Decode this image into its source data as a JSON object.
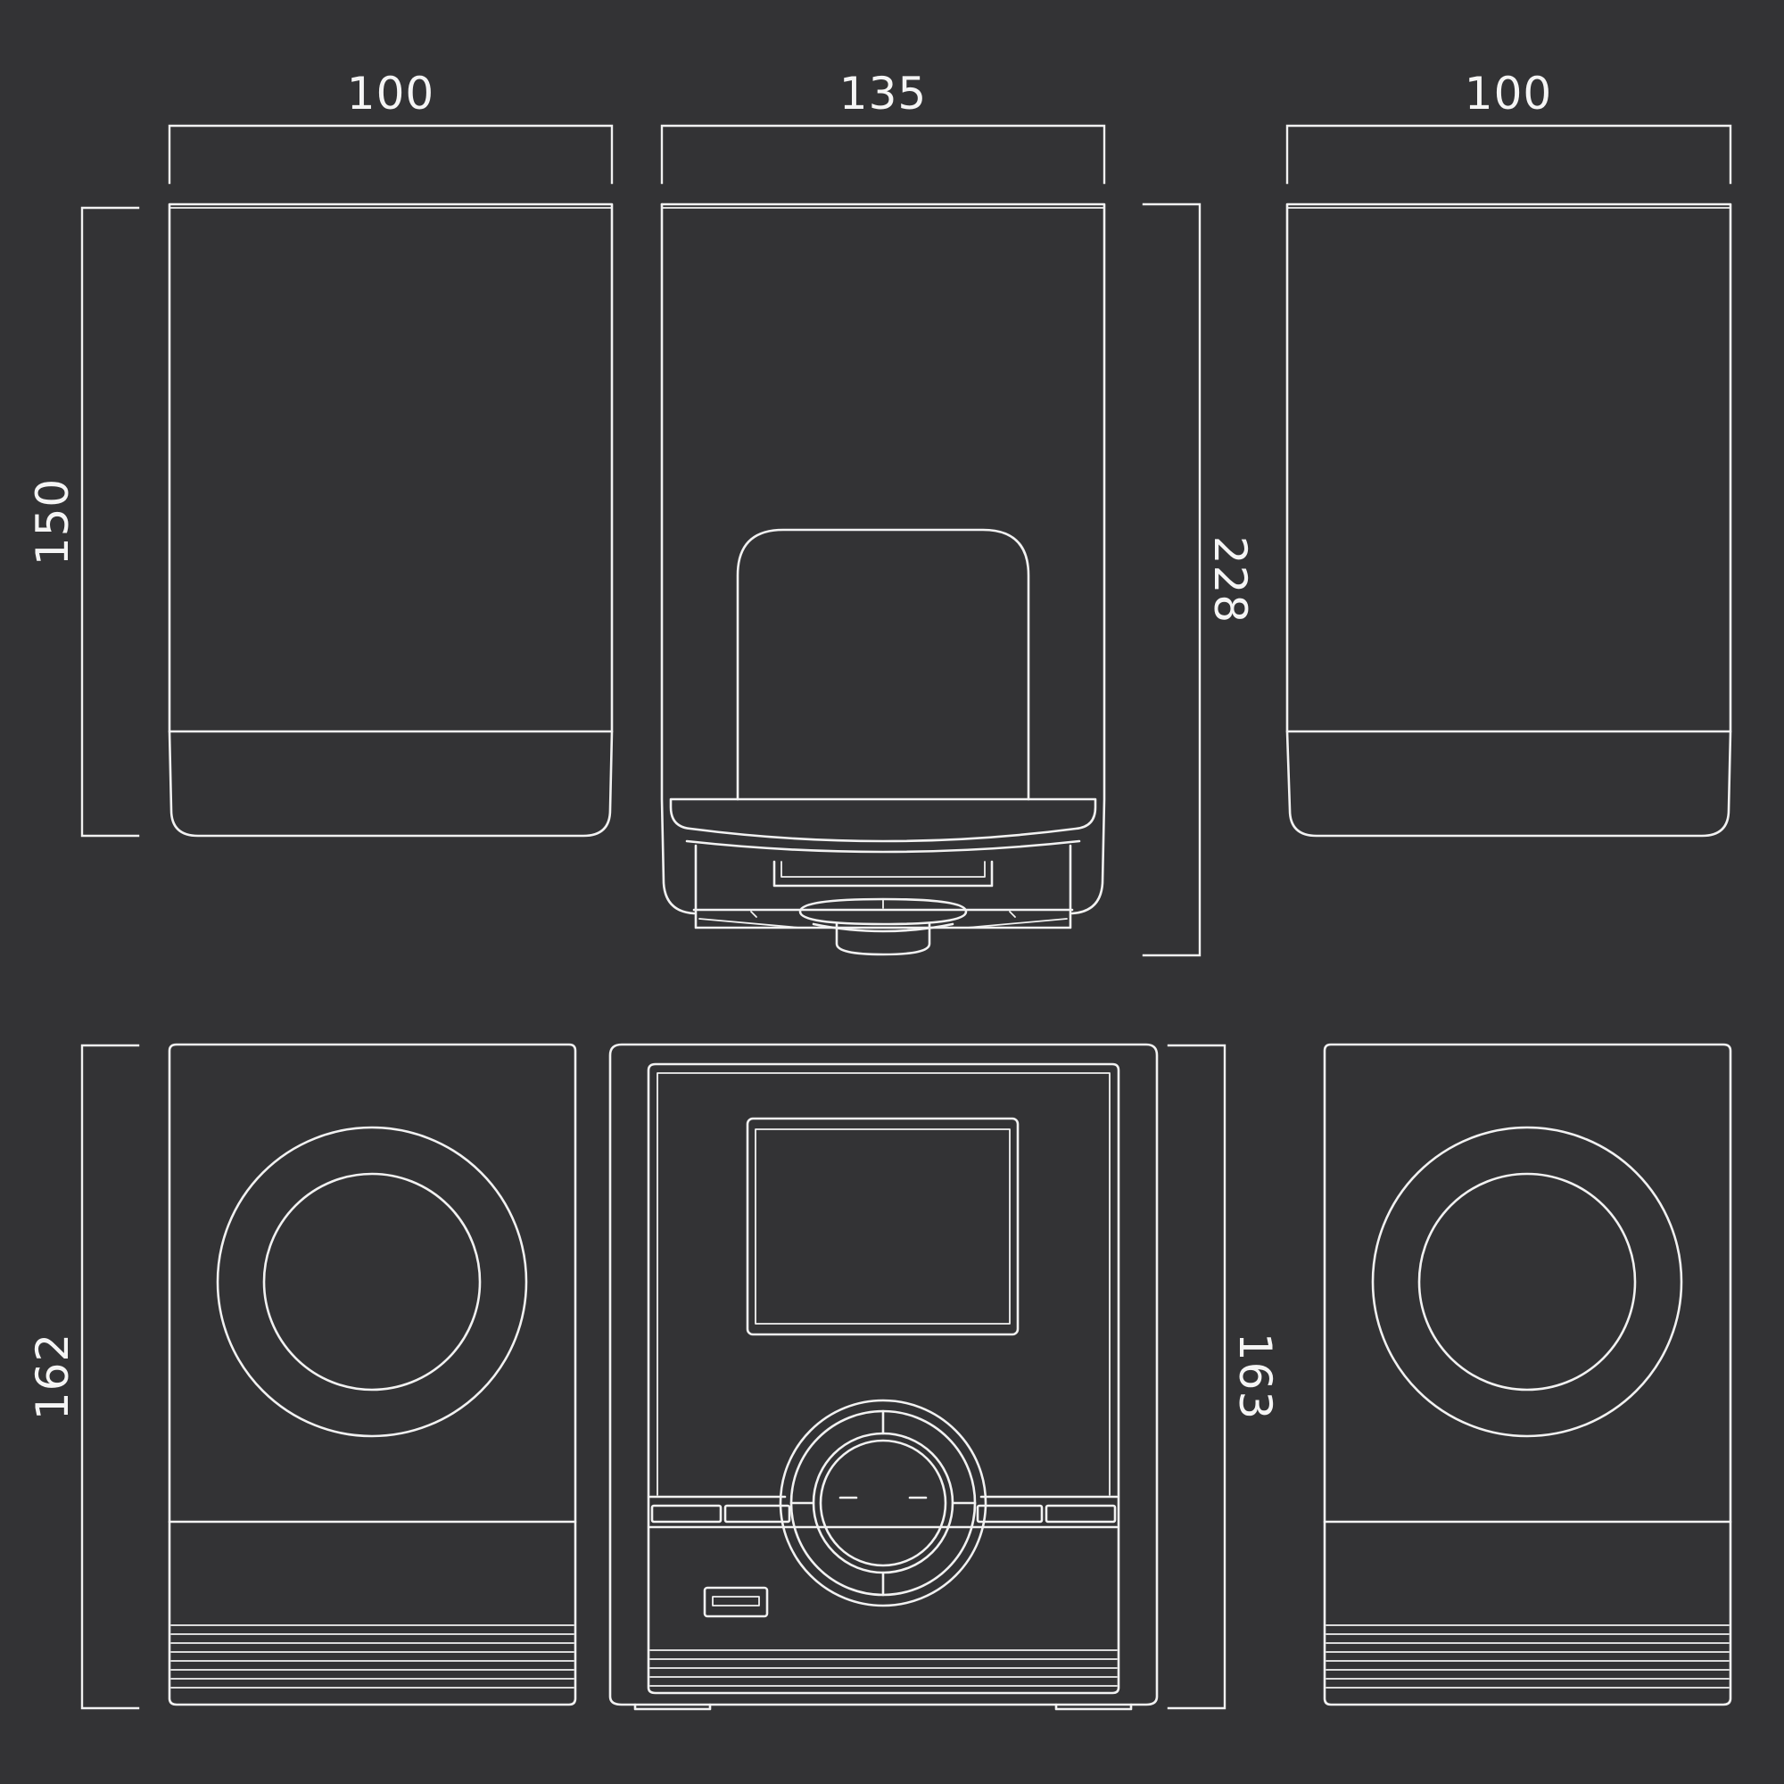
{
  "colors": {
    "background": "#333335",
    "line": "#f2f2f2",
    "text": "#f5f5f5"
  },
  "dimensions": {
    "top_left_speaker_width": "100",
    "top_unit_width": "135",
    "top_right_speaker_width": "100",
    "top_speaker_depth": "150",
    "top_unit_depth": "228",
    "front_speaker_height": "162",
    "front_unit_height": "163"
  }
}
